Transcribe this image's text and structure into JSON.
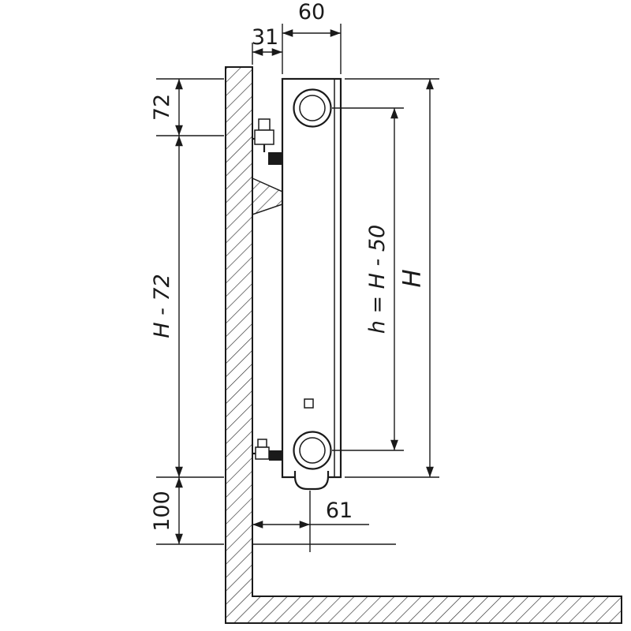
{
  "colors": {
    "ink": "#1a1a1a",
    "background": "#ffffff"
  },
  "dimensions": {
    "depth": "60",
    "wall_clearance": "31",
    "top_offset": "72",
    "mid_span": "H - 72",
    "floor_clearance": "100",
    "bottom_offset": "61",
    "connection_height": "h = H - 50",
    "height": "H"
  }
}
